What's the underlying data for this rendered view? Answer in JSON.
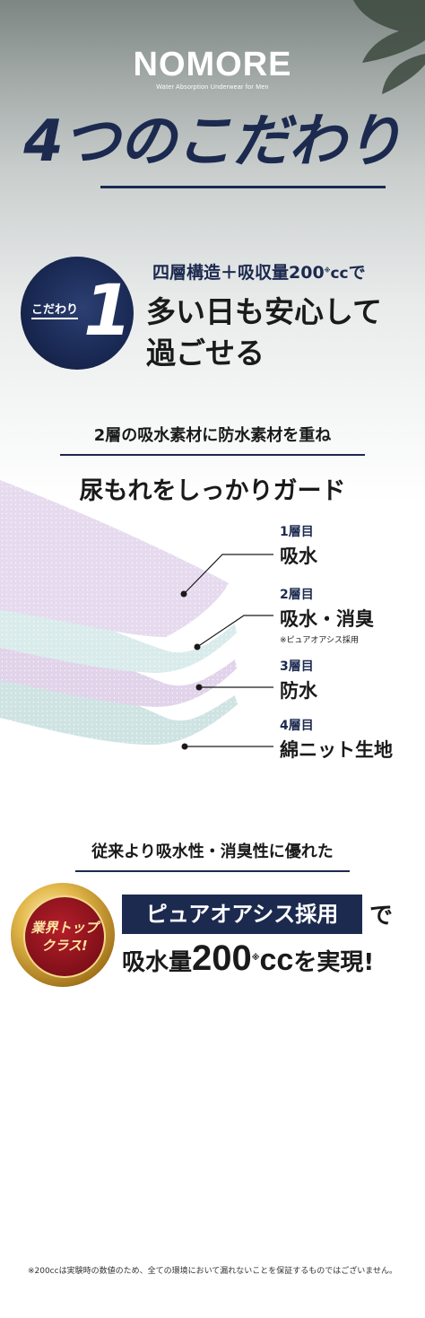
{
  "logo": {
    "name": "NOMORE",
    "tagline": "Water Absorption Underwear for Men"
  },
  "title": "4つのこだわり",
  "feature1": {
    "badge_label": "こだわり",
    "badge_number": "1",
    "subtitle": "四層構造＋吸収量200",
    "subtitle_unit": "cc",
    "subtitle_suffix": "で",
    "subtitle_mark": "※",
    "headline_line1": "多い日も安心して",
    "headline_line2": "過ごせる"
  },
  "layers_section": {
    "subtitle": "2層の吸水素材に防水素材を重ね",
    "title": "尿もれをしっかりガード",
    "layers": [
      {
        "num": "1層目",
        "name": "吸水",
        "note": ""
      },
      {
        "num": "2層目",
        "name": "吸水・消臭",
        "note": "※ピュアオアシス採用"
      },
      {
        "num": "3層目",
        "name": "防水",
        "note": ""
      },
      {
        "num": "4層目",
        "name": "綿ニット生地",
        "note": ""
      }
    ],
    "colors": {
      "lavender": "#e4d9eb",
      "mint": "#dcecec",
      "navy": "#1c2a4f"
    }
  },
  "absorb_section": {
    "subtitle": "従来より吸水性・消臭性に優れた",
    "medal_line1": "業界トップ",
    "medal_line2": "クラス!",
    "pure_oasis": "ピュアオアシス採用",
    "de": "で",
    "realize_prefix": "吸水量",
    "realize_value": "200",
    "realize_mark": "※",
    "realize_unit": "cc",
    "realize_suffix": "を実現!"
  },
  "footnote": "※200ccは実験時の数値のため、全ての環境において漏れないことを保証するものではございません。"
}
